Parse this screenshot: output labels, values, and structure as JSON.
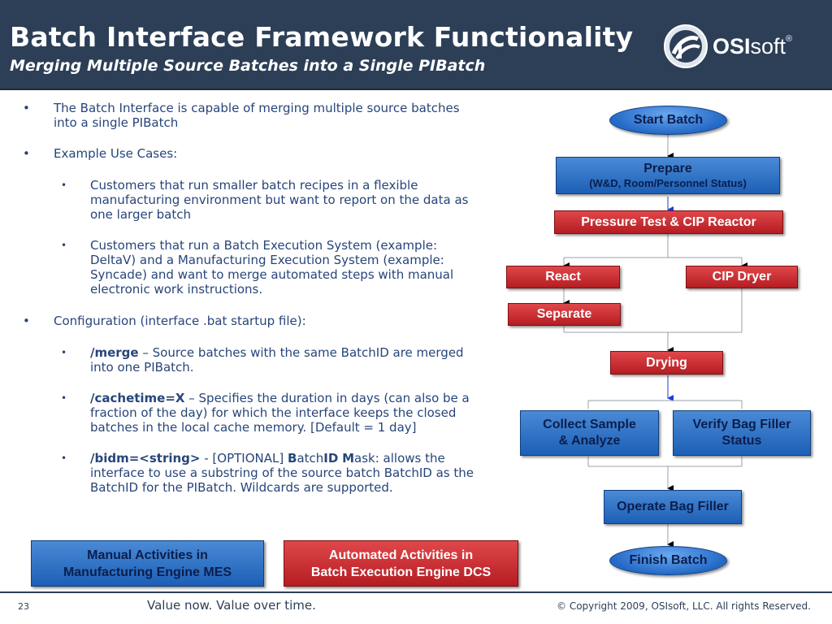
{
  "header": {
    "title": "Batch Interface Framework Functionality",
    "subtitle": "Merging Multiple Source Batches into a Single PIBatch",
    "logo_bold": "OSI",
    "logo_light": "soft",
    "logo_mark": "®"
  },
  "bullets": {
    "intro": "The Batch Interface is capable of merging multiple source batches into a single PIBatch",
    "use_cases_heading": "Example Use Cases:",
    "use_case_1": "Customers that run smaller batch recipes in a flexible manufacturing environment but want to report on the data as one larger batch",
    "use_case_2": "Customers that run a Batch Execution System (example: DeltaV) and a Manufacturing Execution System (example: Syncade) and want to merge automated steps with manual electronic work instructions.",
    "config_heading": "Configuration (interface .bat startup file):",
    "merge_key": "/merge",
    "merge_text": " – Source batches with the same BatchID are merged into one PIBatch.",
    "cachetime_key": "/cachetime=X",
    "cachetime_text": " – Specifies the duration in days (can also be a fraction of the day) for which the interface keeps the closed batches in the local cache memory. [Default = 1 day]",
    "bidm_key": "/bidm=<string>",
    "bidm_text_1": " - [OPTIONAL] ",
    "bidm_B": "B",
    "bidm_atch": "atch",
    "bidm_ID": "ID",
    "bidm_space": " ",
    "bidm_M": "M",
    "bidm_text_2": "ask: allows the interface to use a substring of the source batch BatchID as the BatchID for the PIBatch. Wildcards are supported."
  },
  "flow": {
    "start": "Start Batch",
    "prepare": "Prepare",
    "prepare_sub": "(W&D, Room/Personnel Status)",
    "pressure_test": "Pressure Test & CIP Reactor",
    "react": "React",
    "cip_dryer": "CIP Dryer",
    "separate": "Separate",
    "drying": "Drying",
    "collect_sample_1": "Collect Sample",
    "collect_sample_2": "& Analyze",
    "verify_bag_1": "Verify Bag Filler",
    "verify_bag_2": "Status",
    "operate_bag": "Operate Bag Filler",
    "finish": "Finish Batch"
  },
  "legend": {
    "manual_1": "Manual Activities in",
    "manual_2": "Manufacturing Engine MES",
    "automated_1": "Automated Activities in",
    "automated_2": "Batch Execution Engine DCS"
  },
  "footer": {
    "slide_number": "23",
    "tagline": "Value now.  Value over time.",
    "copyright": "© Copyright 2009, OSIsoft, LLC.  All rights Reserved."
  },
  "colors": {
    "header_bg": "#2c3f57",
    "manual_blue": "#1c5fb5",
    "automated_red": "#b41d23",
    "text_blue": "#27457a"
  }
}
